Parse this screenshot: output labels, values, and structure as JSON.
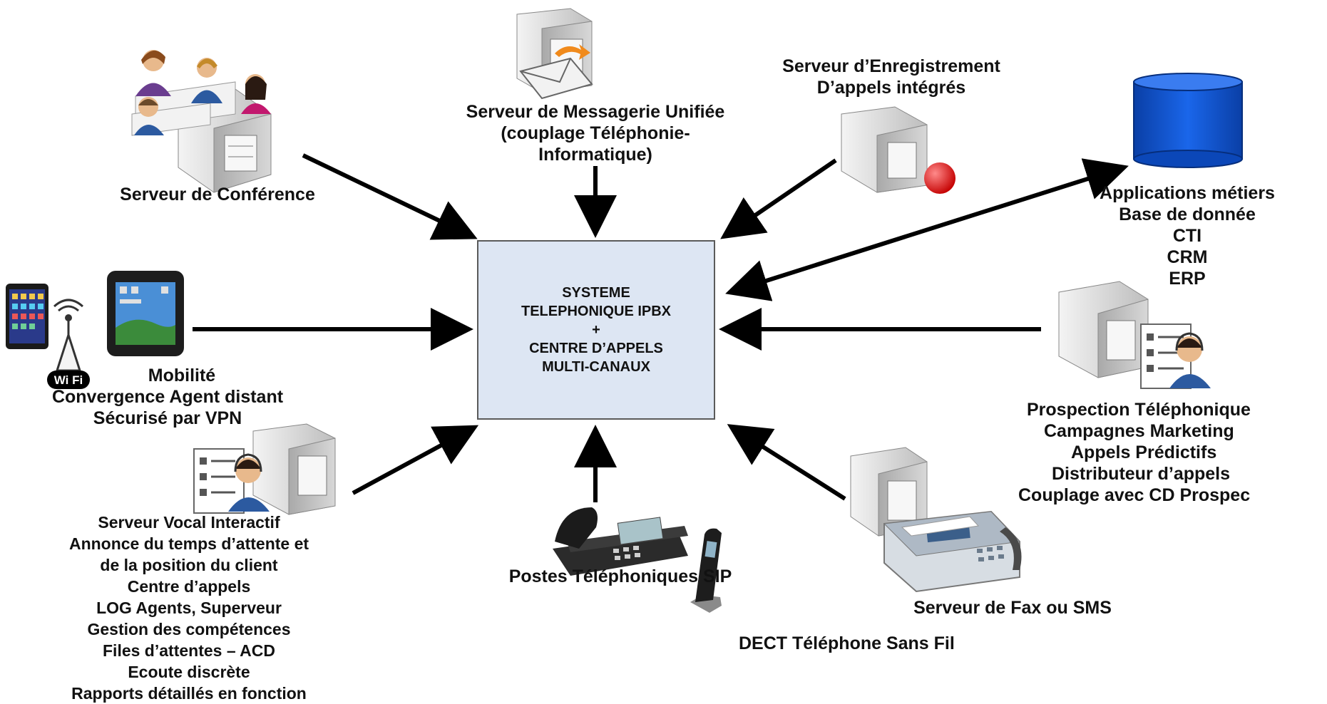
{
  "center": {
    "lines": [
      "SYSTEME",
      "TELEPHONIQUE IPBX",
      "+",
      "CENTRE D’APPELS",
      "MULTI-CANAUX"
    ]
  },
  "nodes": {
    "conference": {
      "lines": [
        "Serveur de Conférence"
      ]
    },
    "messagerie": {
      "lines": [
        "Serveur de Messagerie Unifiée",
        "(couplage Téléphonie-",
        "Informatique)"
      ]
    },
    "enregistrement": {
      "lines": [
        "Serveur d’Enregistrement",
        "D’appels intégrés"
      ]
    },
    "applications": {
      "lines": [
        "Applications métiers",
        "Base de donnée",
        "CTI",
        "CRM",
        "ERP"
      ]
    },
    "mobilite": {
      "lines": [
        "Mobilité",
        "Convergence Agent distant",
        "Sécurisé par VPN"
      ]
    },
    "prospection": {
      "lines": [
        "Prospection Téléphonique",
        "Campagnes Marketing",
        "Appels Prédictifs",
        "Distributeur d’appels",
        "Couplage avec CD Prospec"
      ]
    },
    "vocal": {
      "lines": [
        "Serveur Vocal Interactif",
        "Annonce du temps d’attente et",
        "de la position du client",
        "Centre d’appels",
        "LOG Agents, Superveur",
        "Gestion des compétences",
        "Files d’attentes – ACD",
        "Ecoute discrète",
        "Rapports détaillés en fonction"
      ]
    },
    "postes": {
      "lines": [
        "Postes Téléphoniques SIP"
      ]
    },
    "dect": {
      "lines": [
        "DECT Téléphone Sans Fil"
      ]
    },
    "fax": {
      "lines": [
        "Serveur de Fax ou SMS"
      ]
    }
  },
  "icons": {
    "wifi_badge": "Wi Fi"
  },
  "colors": {
    "center_fill": "#dde6f3",
    "database_fill": "#0d54d6",
    "record_dot": "#e01414",
    "arrow": "#000000"
  }
}
